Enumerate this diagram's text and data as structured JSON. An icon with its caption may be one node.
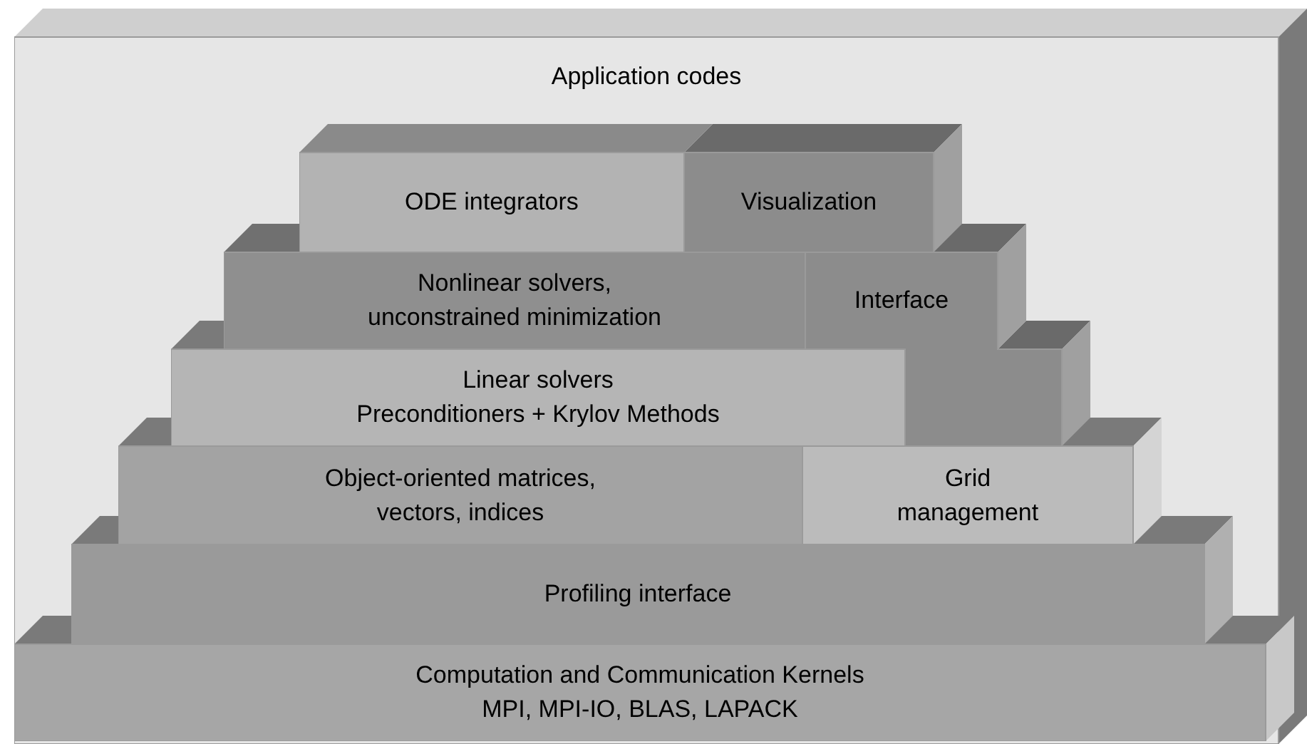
{
  "diagram": {
    "nodes": [
      {
        "text": [
          "Application codes"
        ]
      },
      {
        "text": [
          "ODE integrators"
        ],
        "in": 0
      },
      {
        "text": [
          "Visualization"
        ],
        "in": 0
      },
      {
        "text": [
          "Nonlinear solvers, unconstrained minimization"
        ],
        "in": 0
      },
      {
        "text": [
          "Interface"
        ],
        "in": 0
      },
      {
        "text": [
          "Linear solvers",
          "Preconditioners + Krylov Methods"
        ],
        "in": 0
      },
      {
        "text": [
          "Object-oriented matrices, vectors, indices"
        ],
        "in": 0
      },
      {
        "text": [
          "Grid management"
        ],
        "in": 0
      },
      {
        "text": [
          "Profiling interface"
        ],
        "in": 0
      },
      {
        "text": [
          "Computation and Communication Kernels",
          "MPI, MPI-IO, BLAS, LAPACK"
        ],
        "in": 0
      }
    ]
  }
}
